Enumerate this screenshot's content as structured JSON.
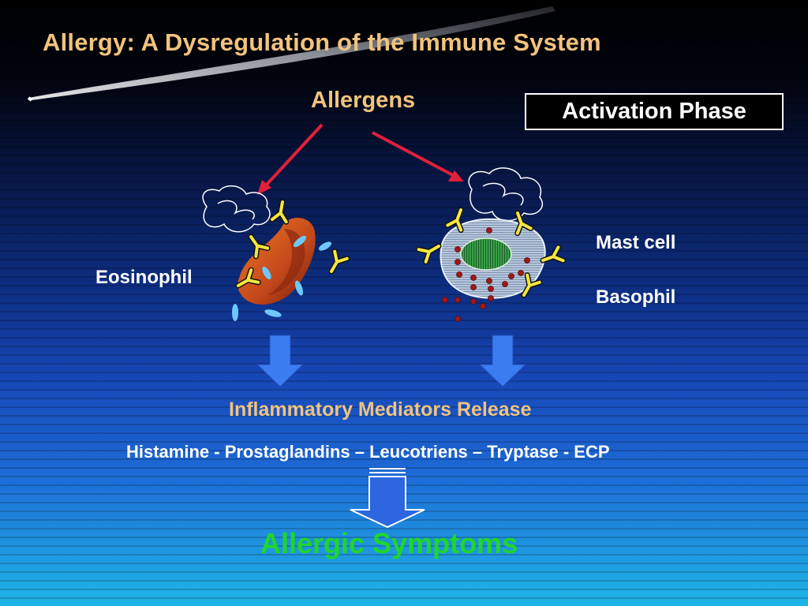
{
  "slide": {
    "title": "Allergy: A Dysregulation of the Immune System",
    "allergens_label": "Allergens",
    "phase_label": "Activation Phase",
    "cells": {
      "eosinophil_label": "Eosinophil",
      "mast_cell_label": "Mast cell",
      "basophil_label": "Basophil"
    },
    "mediators_heading": "Inflammatory Mediators Release",
    "mediators_list": "Histamine - Prostaglandins – Leucotriens – Tryptase - ECP",
    "outcome_label": "Allergic Symptoms"
  },
  "colors": {
    "heading_text": "#f2c37d",
    "outcome_text": "#1fd62a",
    "arrow_red": "#e0203a",
    "arrow_blue": "#3b7cf0",
    "antibody_yellow": "#f5e640",
    "granule_blue": "#6ec8ff",
    "granule_red": "#a01818",
    "eosinophil_body": "#d8581a",
    "mast_cell_body": "#9bb3d2",
    "nucleus_green": "#2f8a3c"
  },
  "icons": [
    "allergen-scribble-icon",
    "antibody-y-icon",
    "down-arrow-icon",
    "hollow-down-arrow-icon"
  ]
}
